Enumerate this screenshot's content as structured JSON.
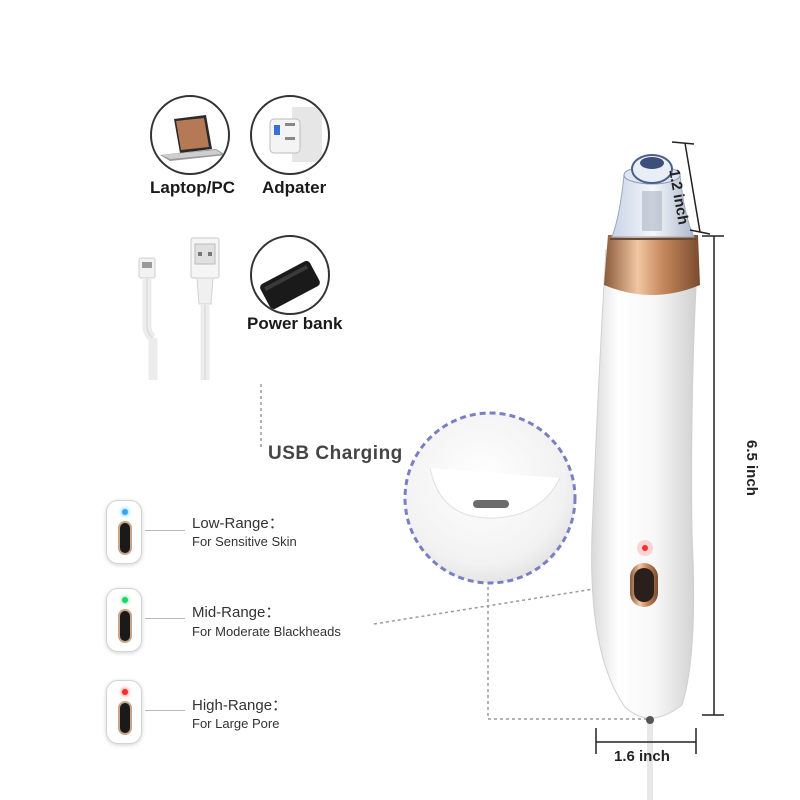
{
  "power_sources": [
    {
      "label": "Laptop/PC",
      "icon": "laptop-icon"
    },
    {
      "label": "Adpater",
      "icon": "wall-adapter-icon"
    },
    {
      "label": "Power bank",
      "icon": "power-bank-icon"
    }
  ],
  "cable_icon": "usb-cable-icon",
  "usb_charging_label": "USB Charging",
  "modes": [
    {
      "title": "Low-Range：",
      "subtitle": "For Sensitive Skin",
      "led_color": "#2fa8ff"
    },
    {
      "title": "Mid-Range：",
      "subtitle": "For Moderate Blackheads",
      "led_color": "#22d36a"
    },
    {
      "title": "High-Range：",
      "subtitle": "For Large Pore",
      "led_color": "#ff2a2a"
    }
  ],
  "dimensions": {
    "head": "1.2 inch",
    "length": "6.5 inch",
    "width": "1.6 inch"
  },
  "colors": {
    "rose_gold": "#c88a5e",
    "dashed_circle": "#7a7fc4"
  }
}
